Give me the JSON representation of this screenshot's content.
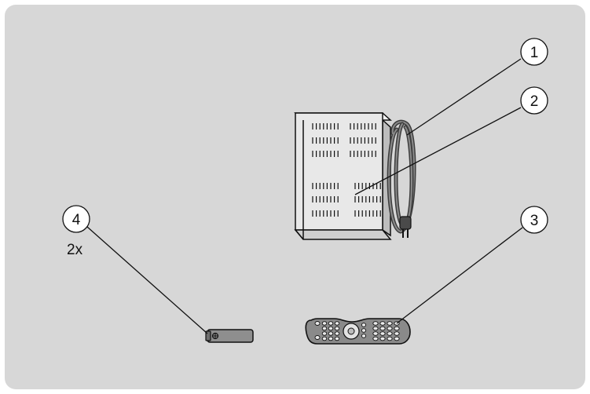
{
  "callouts": [
    {
      "id": "1",
      "label": "1"
    },
    {
      "id": "2",
      "label": "2"
    },
    {
      "id": "3",
      "label": "3"
    },
    {
      "id": "4",
      "label": "4"
    }
  ],
  "multiplier": "2x",
  "colors": {
    "background": "#d7d7d7",
    "line": "#111111",
    "device": "#e6e6e6",
    "cable": "#5a5a5a",
    "remote_body": "#8a8a8a"
  },
  "icons": {
    "receiver": "set-top-box-icon",
    "power_cable": "power-cord-icon",
    "remote": "remote-control-icon",
    "battery": "battery-icon"
  }
}
